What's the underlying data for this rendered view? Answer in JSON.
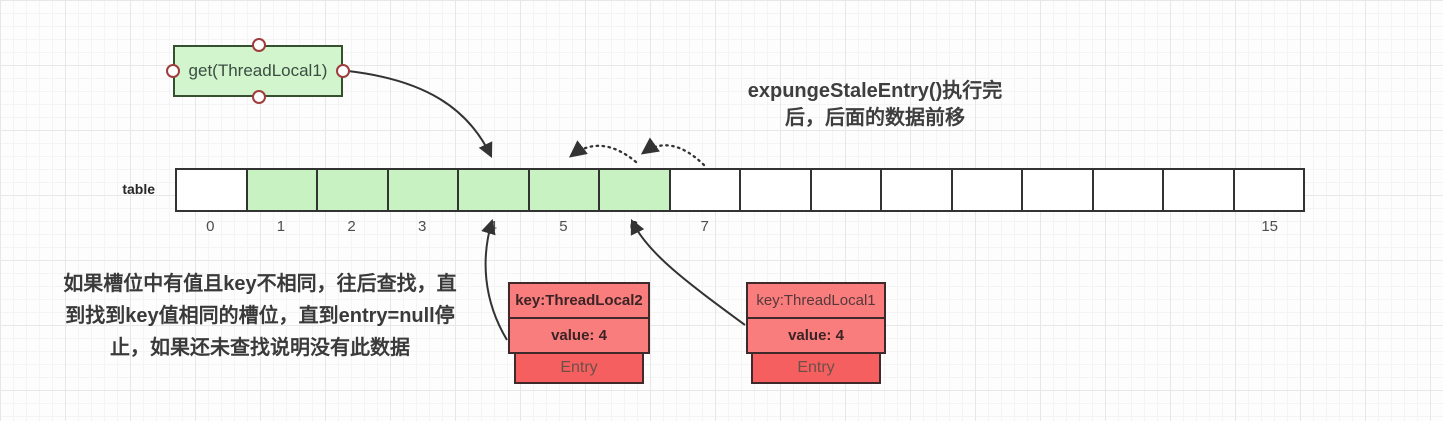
{
  "diagram": {
    "kind": "ThreadLocalMap lookup illustration",
    "get_box": {
      "label": "get(ThreadLocal1)"
    },
    "title": {
      "line1": "expungeStaleEntry()执行完",
      "line2": "后，后面的数据前移"
    },
    "note": {
      "line1": "如果槽位中有值且key不相同，往后查找，直",
      "line2": "到找到key值相同的槽位，直到entry=null停",
      "line3": "止，如果还未查找说明没有此数据"
    },
    "table": {
      "label": "table",
      "cells": [
        {
          "index": "0",
          "filled": false,
          "show_index": true,
          "bold": false
        },
        {
          "index": "1",
          "filled": true,
          "show_index": true,
          "bold": false
        },
        {
          "index": "2",
          "filled": true,
          "show_index": true,
          "bold": false
        },
        {
          "index": "3",
          "filled": true,
          "show_index": true,
          "bold": false
        },
        {
          "index": "4",
          "filled": true,
          "show_index": true,
          "bold": false
        },
        {
          "index": "5",
          "filled": true,
          "show_index": true,
          "bold": false
        },
        {
          "index": "6",
          "filled": true,
          "show_index": true,
          "bold": true
        },
        {
          "index": "7",
          "filled": false,
          "show_index": true,
          "bold": false
        },
        {
          "index": "8",
          "filled": false,
          "show_index": false,
          "bold": false
        },
        {
          "index": "9",
          "filled": false,
          "show_index": false,
          "bold": false
        },
        {
          "index": "10",
          "filled": false,
          "show_index": false,
          "bold": false
        },
        {
          "index": "11",
          "filled": false,
          "show_index": false,
          "bold": false
        },
        {
          "index": "12",
          "filled": false,
          "show_index": false,
          "bold": false
        },
        {
          "index": "13",
          "filled": false,
          "show_index": false,
          "bold": false
        },
        {
          "index": "14",
          "filled": false,
          "show_index": false,
          "bold": false
        },
        {
          "index": "15",
          "filled": false,
          "show_index": true,
          "bold": false
        }
      ]
    },
    "entry_boxes": [
      {
        "key": "key:ThreadLocal2",
        "value": "value: 4",
        "entry": "Entry"
      },
      {
        "key": "key:ThreadLocal1",
        "value": "value: 4",
        "entry": "Entry"
      }
    ],
    "colors": {
      "slot_green": "#c8f2c2",
      "node_green": "#d3f5cd",
      "salmon": "#f97d7d",
      "entry_red": "#f55f5f",
      "border_dark": "#333333",
      "handle_ring": "#9e3d3c",
      "arrow": "#333333"
    }
  }
}
